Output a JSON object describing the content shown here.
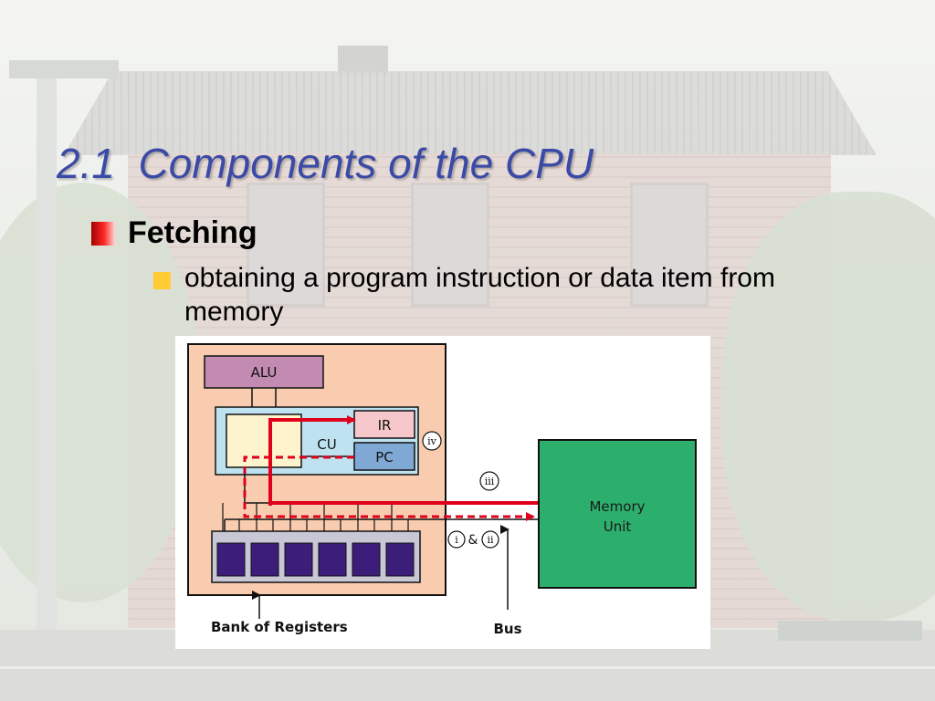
{
  "slide": {
    "title": "2.1  Components of the CPU",
    "bullet": "Fetching",
    "sub_bullet": "obtaining a program instruction or data item from memory"
  },
  "diagram": {
    "alu_label": "ALU",
    "ir_label": "IR",
    "cu_label": "CU",
    "pc_label": "PC",
    "marker_iv": "iv",
    "marker_iii": "iii",
    "marker_i": "i",
    "marker_ii": "ii",
    "ampersand": "&",
    "memory_label_1": "Memory",
    "memory_label_2": "Unit",
    "registers_label": "Bank of Registers",
    "bus_label": "Bus",
    "register_count": 6
  },
  "colors": {
    "title": "#3b4aa6",
    "cpu_fill": "#f9ccb0",
    "alu_fill": "#c48bb2",
    "cu_area": "#bfe2f0",
    "cu_box": "#fdf3cc",
    "ir_fill": "#f6c8cc",
    "pc_fill": "#7fa8d4",
    "register_fill": "#3d1d7a",
    "register_bank": "#c7c7d5",
    "memory_fill": "#2cae6c",
    "bus_arrow": "#e0001b"
  }
}
